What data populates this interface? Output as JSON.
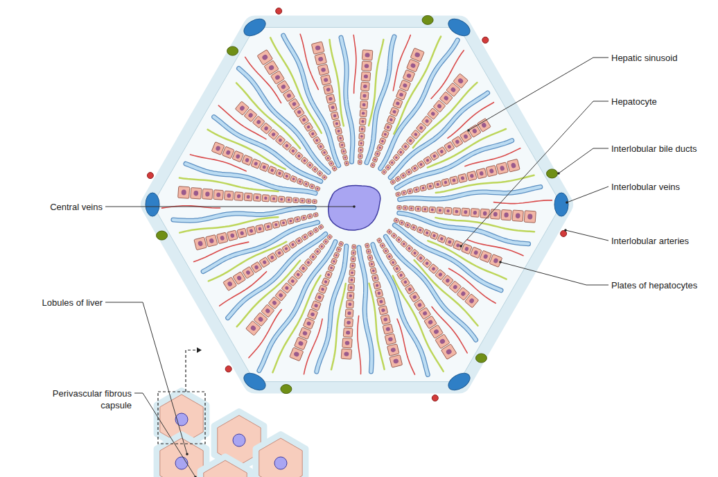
{
  "diagram": {
    "labels": [
      "Hepatic sinusoid",
      "Hepatocyte",
      "Interlobular bile ducts",
      "Interlobular veins",
      "Interlobular arteries",
      "Plates of hepatocytes",
      "Central veins",
      "Lobules of liver",
      "Perivascular fibrous capsule"
    ]
  }
}
